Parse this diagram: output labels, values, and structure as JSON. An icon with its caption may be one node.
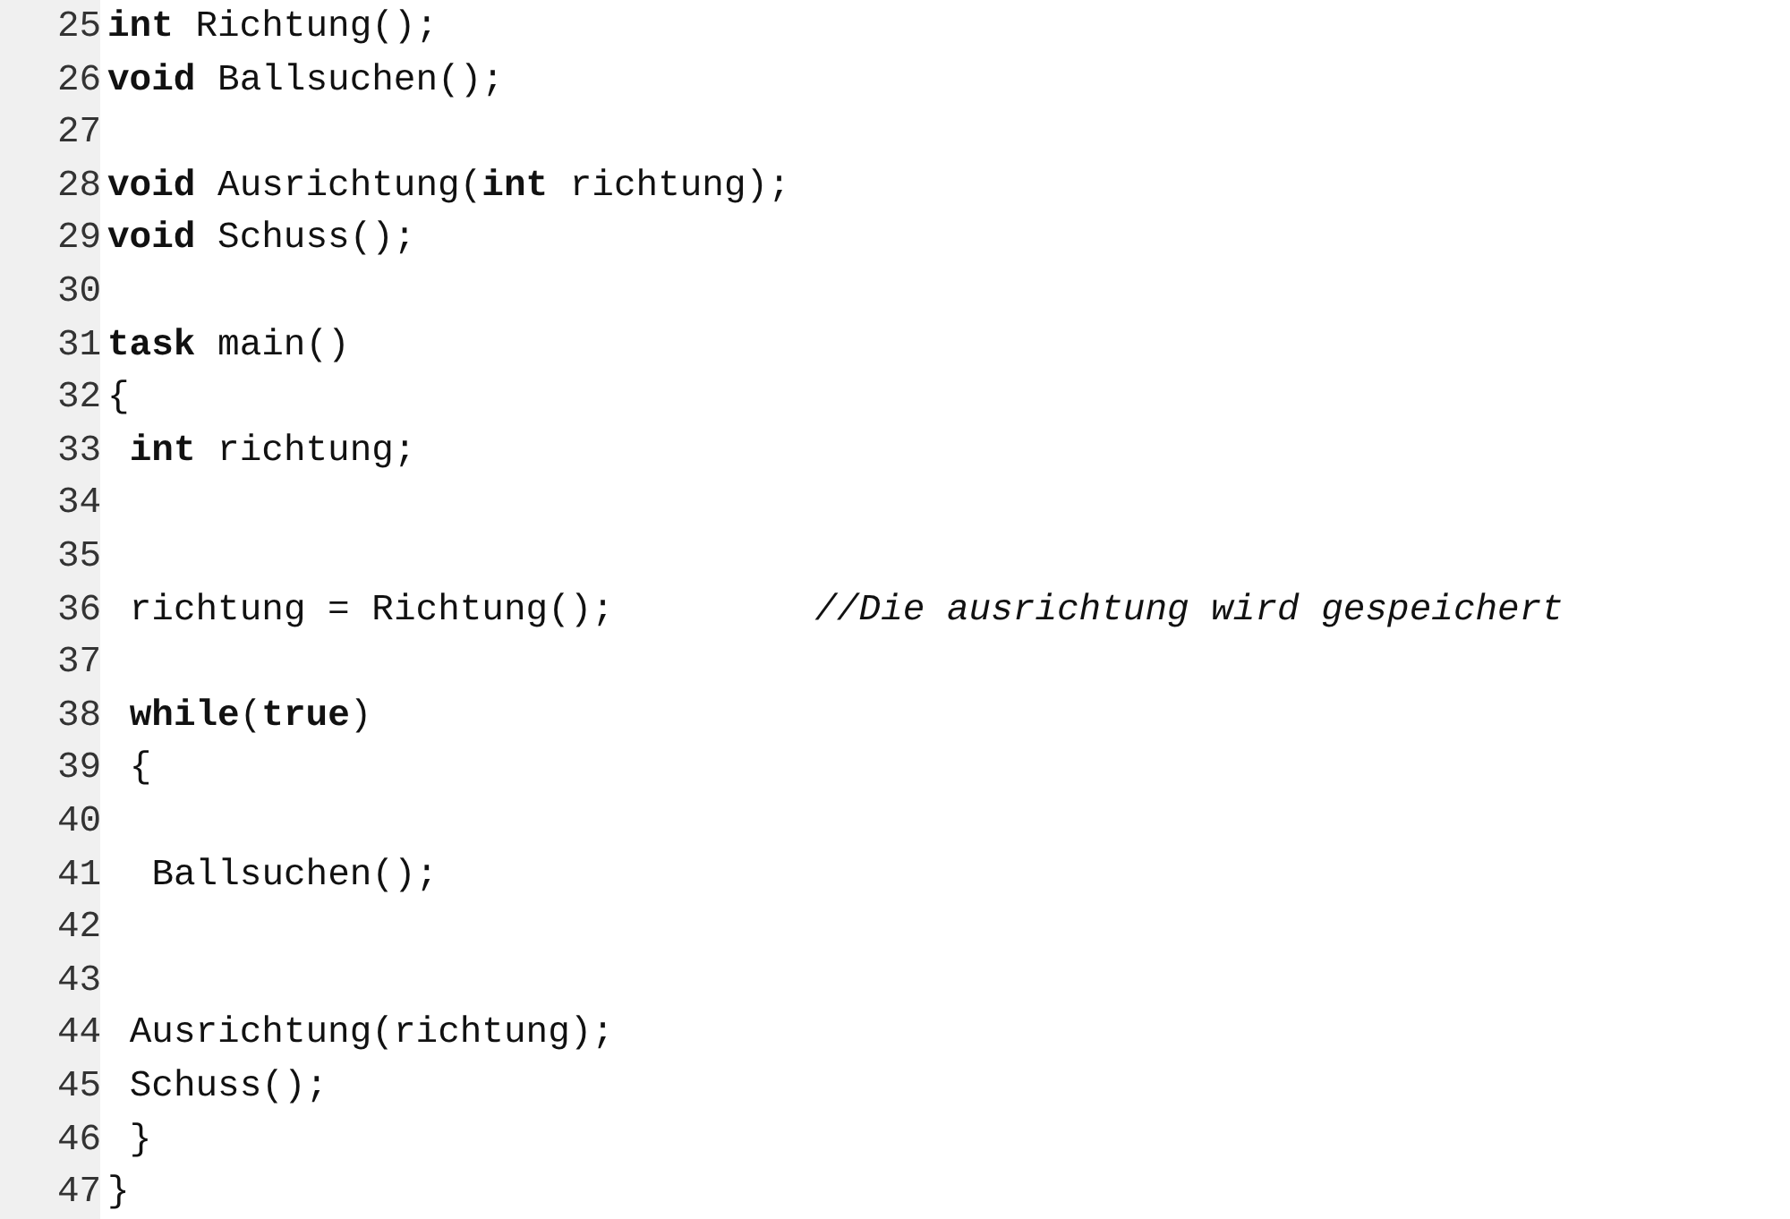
{
  "diagram": {
    "labels": [
      "25",
      "**int** Richtung();",
      "26",
      "**void** Ballsuchen();",
      "27",
      "28",
      "**void** Ausrichtung(**int** richtung);",
      "29",
      "**void** Schuss();",
      "30",
      "31",
      "**task** main()",
      "32",
      "{",
      "33",
      "**int** richtung;",
      "34",
      "35",
      "36",
      "richtung = Richtung();",
      "//Die ausrichtung wird gespeichert",
      "37",
      "38",
      "**while**(**true**)",
      "39",
      "{",
      "40",
      "41",
      "Ballsuchen();",
      "42",
      "43",
      "44",
      "Ausrichtung(richtung);",
      "45",
      "Schuss();",
      "46",
      "}",
      "47",
      "}"
    ]
  }
}
